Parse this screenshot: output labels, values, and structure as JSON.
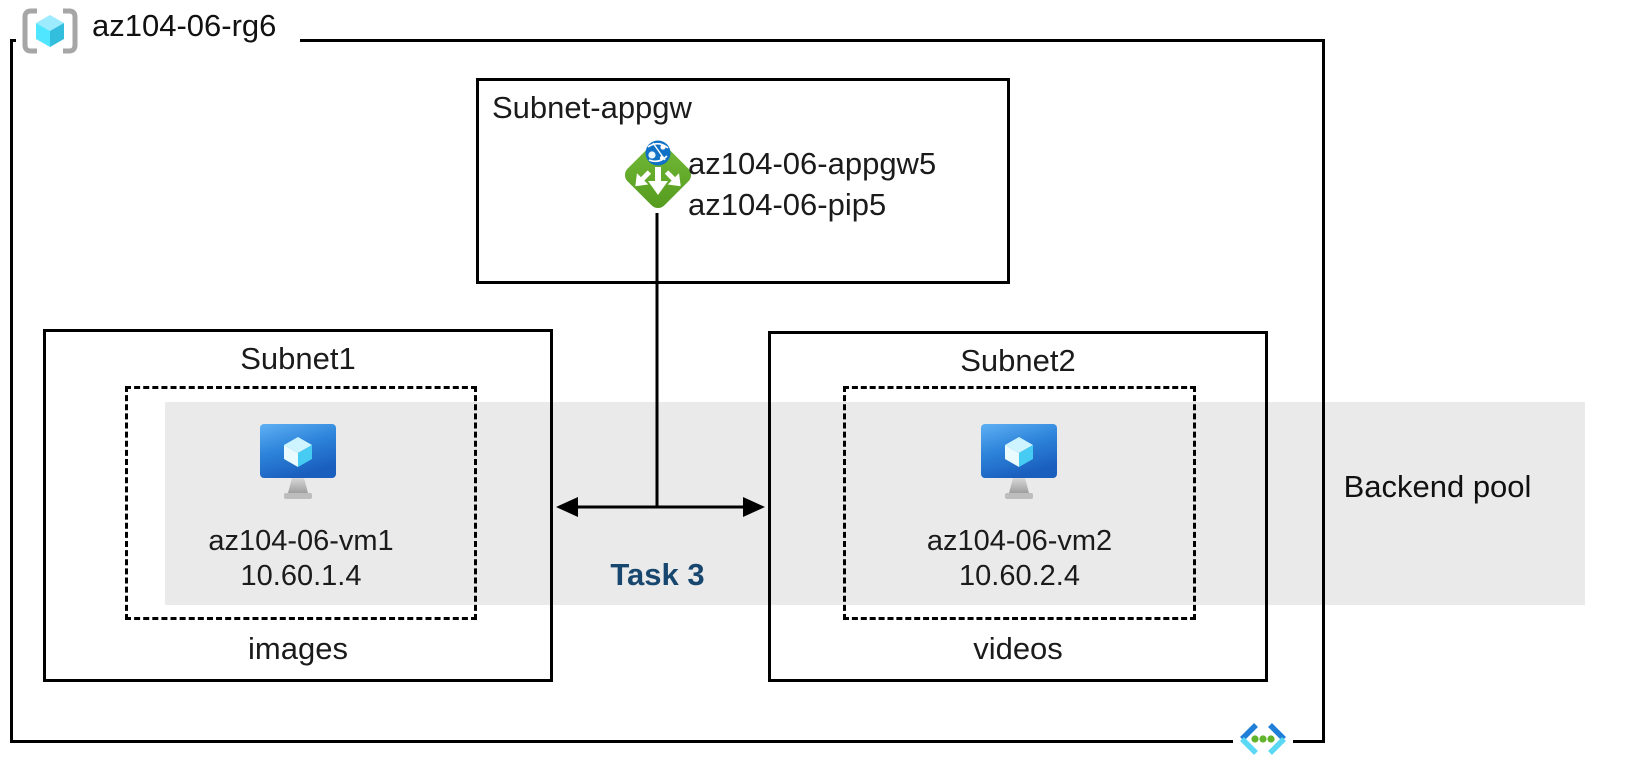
{
  "resource_group": {
    "name": "az104-06-rg6"
  },
  "appgw_subnet": {
    "title": "Subnet-appgw",
    "gateway_name": "az104-06-appgw5",
    "public_ip_name": "az104-06-pip5"
  },
  "subnet1": {
    "title": "Subnet1",
    "vm_name": "az104-06-vm1",
    "vm_ip": "10.60.1.4",
    "caption": "images"
  },
  "subnet2": {
    "title": "Subnet2",
    "vm_name": "az104-06-vm2",
    "vm_ip": "10.60.2.4",
    "caption": "videos"
  },
  "backend_pool": {
    "label": "Backend pool"
  },
  "task": {
    "label": "Task 3"
  },
  "icons": {
    "resource_group": "resource-group-icon",
    "application_gateway": "application-gateway-icon",
    "virtual_machine": "virtual-machine-icon",
    "virtual_network": "virtual-network-icon"
  },
  "colors": {
    "band_gray": "#EAEAEA",
    "task_navy": "#17466E",
    "appgw_green": "#61A82E",
    "globe_blue": "#1072C6",
    "vm_blue": "#2D84DA",
    "cube_cyan": "#50E6FF",
    "vnet_blue": "#2080D8",
    "vnet_cyan": "#5BD8F4",
    "dot_green": "#61B42C",
    "bracket_gray": "#A6A6A6"
  }
}
